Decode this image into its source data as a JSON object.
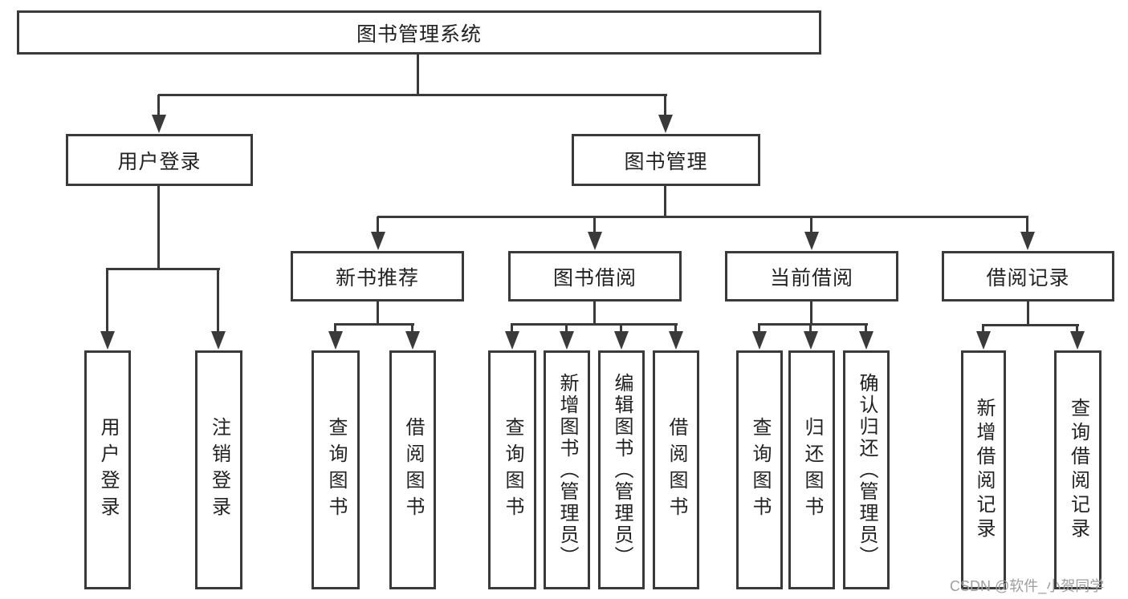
{
  "colors": {
    "line": "#3a3a3a",
    "border": "#3a3a3a",
    "text": "#222222",
    "box_bg": "#ffffff",
    "background": "#ffffff",
    "watermark": "#9e9e9e"
  },
  "diagram": {
    "root": {
      "label": "图书管理系统"
    },
    "level2": [
      {
        "id": "user-login",
        "label": "用户登录"
      },
      {
        "id": "book-management",
        "label": "图书管理"
      }
    ],
    "level3": [
      {
        "id": "new-book-recommend",
        "label": "新书推荐"
      },
      {
        "id": "book-borrow",
        "label": "图书借阅"
      },
      {
        "id": "current-borrow",
        "label": "当前借阅"
      },
      {
        "id": "borrow-records",
        "label": "借阅记录"
      }
    ],
    "leaves": [
      {
        "parent": "用户登录",
        "label": "用户登录"
      },
      {
        "parent": "用户登录",
        "label": "注销登录"
      },
      {
        "parent": "新书推荐",
        "label": "查询图书"
      },
      {
        "parent": "新书推荐",
        "label": "借阅图书"
      },
      {
        "parent": "图书借阅",
        "label": "查询图书"
      },
      {
        "parent": "图书借阅",
        "label": "新增图书（管理员）"
      },
      {
        "parent": "图书借阅",
        "label": "编辑图书（管理员）"
      },
      {
        "parent": "图书借阅",
        "label": "借阅图书"
      },
      {
        "parent": "当前借阅",
        "label": "查询图书"
      },
      {
        "parent": "当前借阅",
        "label": "归还图书"
      },
      {
        "parent": "当前借阅",
        "label": "确认归还（管理员）"
      },
      {
        "parent": "借阅记录",
        "label": "新增借阅记录"
      },
      {
        "parent": "借阅记录",
        "label": "查询借阅记录"
      }
    ]
  },
  "watermark": {
    "text": "CSDN @软件_小贺同学"
  }
}
